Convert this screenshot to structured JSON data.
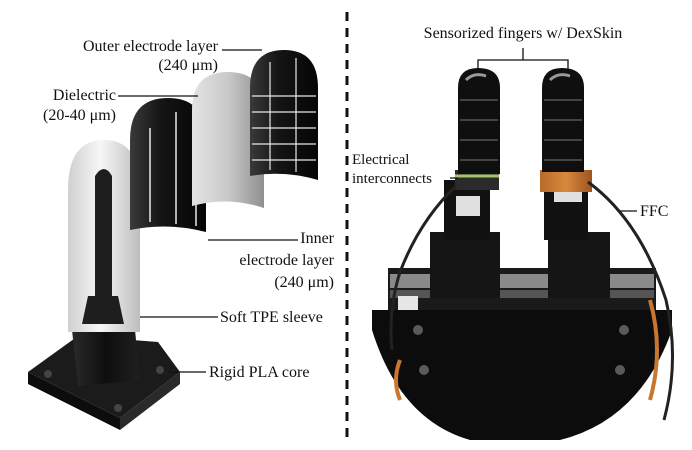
{
  "left_panel": {
    "outer_electrode": {
      "name": "Outer electrode layer",
      "thickness": "(240 μm)"
    },
    "dielectric": {
      "name": "Dielectric",
      "thickness": "(20-40 μm)"
    },
    "inner_electrode": {
      "name_line1": "Inner",
      "name_line2": "electrode layer",
      "thickness": "(240 μm)"
    },
    "sleeve": {
      "name": "Soft TPE sleeve"
    },
    "core": {
      "name": "Rigid PLA core"
    }
  },
  "right_panel": {
    "title": "Sensorized fingers w/ DexSkin",
    "interconnects_line1": "Electrical",
    "interconnects_line2": "interconnects",
    "ffc": "FFC"
  }
}
